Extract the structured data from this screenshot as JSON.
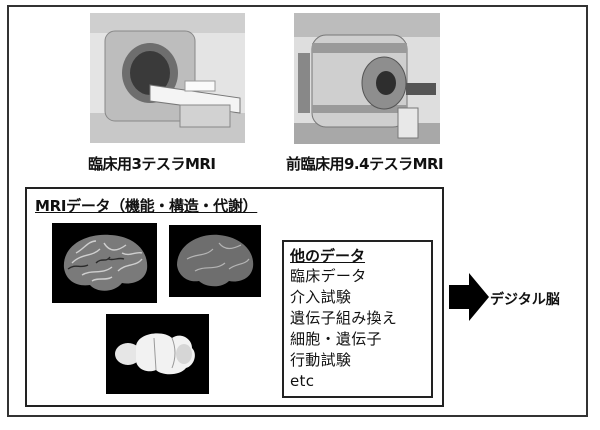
{
  "captions": {
    "clinical_mri": "臨床用3テスラMRI",
    "preclinical_mri": "前臨床用9.4テスラMRI"
  },
  "mri_data": {
    "title": "MRIデータ（機能・構造・代謝）"
  },
  "other_data": {
    "title": "他のデータ",
    "items": [
      "臨床データ",
      "介入試験",
      "遺伝子組み換え",
      "細胞・遺伝子",
      "行動試験",
      "etc"
    ]
  },
  "output": {
    "label": "デジタル脳"
  },
  "colors": {
    "frame": "#333333",
    "arrow": "#000000",
    "photo_background": "#d9d9d9"
  },
  "icons": {
    "arrow": "right-arrow-icon"
  }
}
